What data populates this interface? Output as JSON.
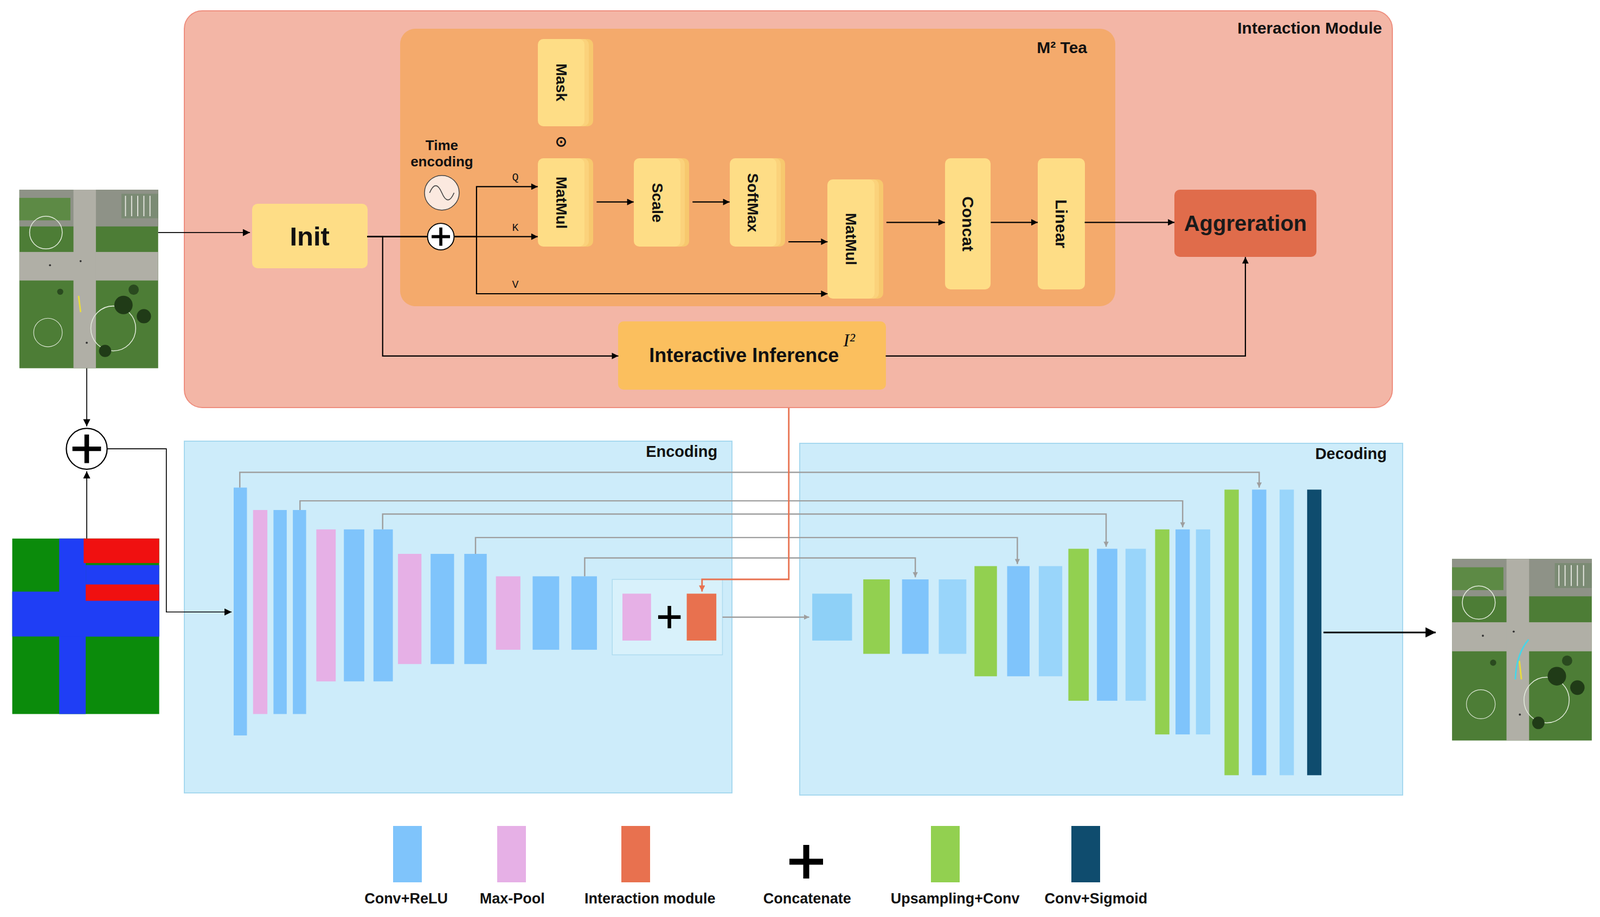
{
  "diagram": {
    "nodes": [
      {
        "text": [
          "Interaction Module"
        ]
      },
      {
        "text": [
          "M² Tea"
        ],
        "in": 0
      },
      {
        "text": [
          "Init"
        ],
        "in": 0
      },
      {
        "text": [
          "Mask"
        ],
        "in": 1
      },
      {
        "text": [
          "MatMul"
        ],
        "in": 1
      },
      {
        "text": [
          "Scale"
        ],
        "in": 1
      },
      {
        "text": [
          "SoftMax"
        ],
        "in": 1
      },
      {
        "text": [
          "MatMul"
        ],
        "in": 1
      },
      {
        "text": [
          "Concat"
        ],
        "in": 1
      },
      {
        "text": [
          "Linear"
        ],
        "in": 1
      },
      {
        "text": [
          "Aggreration"
        ],
        "in": 0
      },
      {
        "text": [
          "Interactive Inference",
          "I²"
        ],
        "in": 0
      },
      {
        "text": [
          "Encoding"
        ]
      },
      {
        "text": [
          "Decoding"
        ]
      }
    ],
    "edges": [
      {
        "from": 2,
        "to": 4,
        "arrow": "to",
        "label": "Q"
      },
      {
        "from": 2,
        "to": 4,
        "arrow": "to",
        "label": "K"
      },
      {
        "from": 2,
        "to": 7,
        "arrow": "to",
        "label": "V"
      },
      {
        "from": 4,
        "to": 5,
        "arrow": "to"
      },
      {
        "from": 5,
        "to": 6,
        "arrow": "to"
      },
      {
        "from": 6,
        "to": 7,
        "arrow": "to"
      },
      {
        "from": 7,
        "to": 8,
        "arrow": "to"
      },
      {
        "from": 8,
        "to": 9,
        "arrow": "to"
      },
      {
        "from": 9,
        "to": 10,
        "arrow": "to"
      },
      {
        "from": 2,
        "to": 11,
        "arrow": "to"
      },
      {
        "from": 11,
        "to": 10,
        "arrow": "to"
      }
    ],
    "labels": [
      "Time encoding",
      "⊙"
    ],
    "legend": [
      {
        "text": "Conv+ReLU",
        "color": "#7fc4fb"
      },
      {
        "text": "Max-Pool",
        "color": "#e6b0e6"
      },
      {
        "text": "Interaction module",
        "color": "#e8714f"
      },
      {
        "text": "Concatenate"
      },
      {
        "text": "Upsampling+Conv",
        "color": "#92d050"
      },
      {
        "text": "Conv+Sigmoid",
        "color": "#0f4c6e"
      }
    ]
  }
}
